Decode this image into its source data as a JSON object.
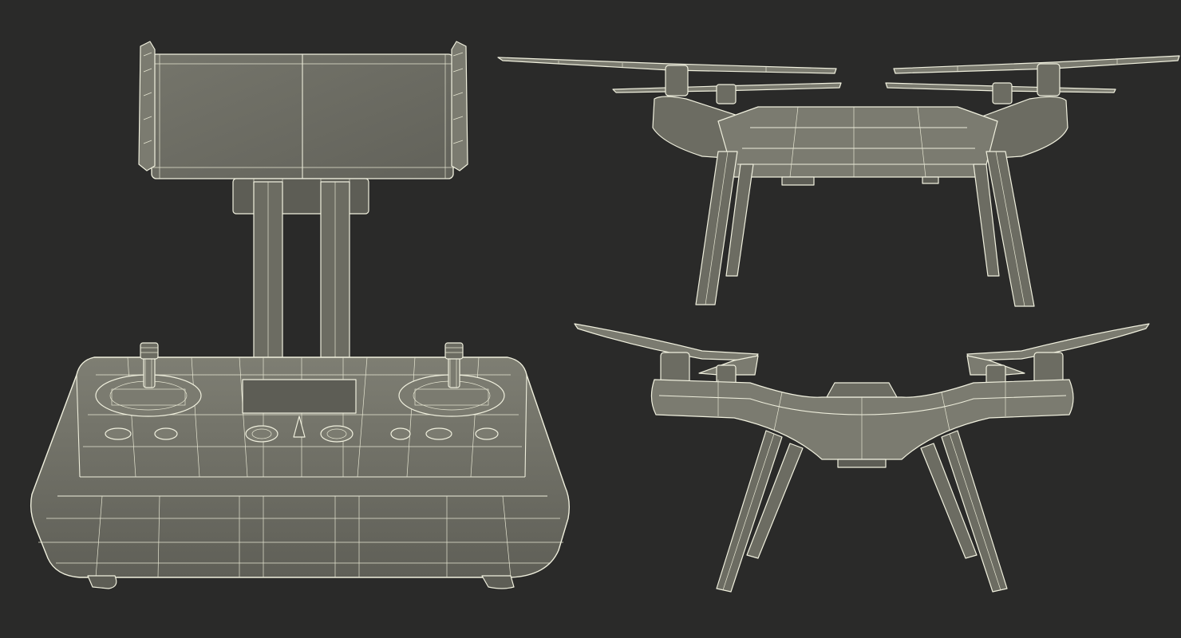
{
  "scene": {
    "background_color": "#2a2a29",
    "wire_color": "#eeeedc",
    "surface_color": "#6c6c62",
    "objects": [
      {
        "name": "remote-controller-wireframe"
      },
      {
        "name": "drone-side-view-wireframe"
      },
      {
        "name": "drone-front-view-wireframe"
      }
    ]
  }
}
